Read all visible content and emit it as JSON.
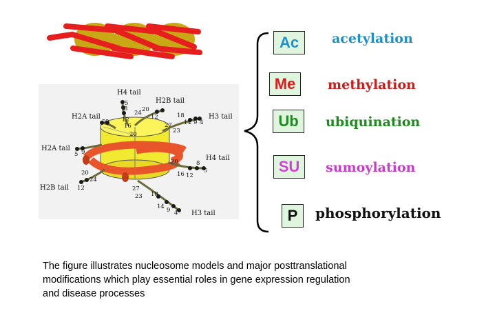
{
  "tails": {
    "h4_top": "H4 tail",
    "h2b_top": "H2B tail",
    "h2a_upper": "H2A tail",
    "h3_right": "H3 tail",
    "h2a_left": "H2A tail",
    "h4_right": "H4 tail",
    "h2b_left": "H2B tail",
    "h3_bottom": "H3 tail"
  },
  "residues": {
    "h4_top": [
      "5",
      "8",
      "12",
      "16",
      "20"
    ],
    "h2b_top": [
      "24",
      "20",
      "12"
    ],
    "h2a_upper": [
      "5",
      "9"
    ],
    "h3_right": [
      "18",
      "14",
      "9",
      "4",
      "27",
      "23"
    ],
    "h2a_left": [
      "5",
      "9"
    ],
    "h4_right": [
      "20",
      "8",
      "5",
      "16",
      "12"
    ],
    "h2b_left": [
      "20",
      "24",
      "12"
    ],
    "h3_bottom": [
      "27",
      "23",
      "18",
      "14",
      "9",
      "4"
    ]
  },
  "modifications": [
    {
      "abbr": "Ac",
      "name": "acetylation",
      "abbr_color": "#1e8fd0",
      "name_color": "#1e90c8"
    },
    {
      "abbr": "Me",
      "name": "methylation",
      "abbr_color": "#dd1c1c",
      "name_color": "#c81e1e"
    },
    {
      "abbr": "Ub",
      "name": "ubiquination",
      "abbr_color": "#1f8a1f",
      "name_color": "#1f8a1f"
    },
    {
      "abbr": "SU",
      "name": "sumoylation",
      "abbr_color": "#d63fd6",
      "name_color": "#c83cc8"
    },
    {
      "abbr": "P",
      "name": "phosphorylation",
      "abbr_color": "#111111",
      "name_color": "#111111"
    }
  ],
  "caption": [
    "The figure illustrates nucleosome models and major posttranslational",
    "modifications which play essential roles in gene expression regulation",
    "and disease processes"
  ]
}
